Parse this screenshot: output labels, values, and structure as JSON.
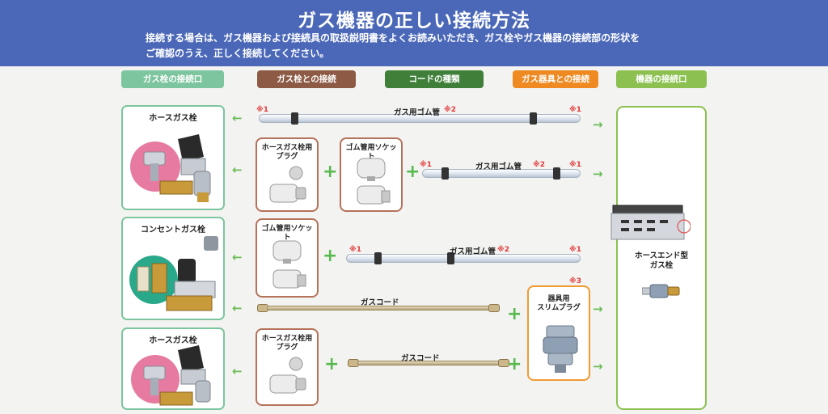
{
  "banner": {
    "title": "ガス機器の正しい接続方法",
    "desc_line1": "接続する場合は、ガス機器および接続具の取扱説明書をよくお読みいただき、ガス栓やガス機器の接続部の形状を",
    "desc_line2": "ご確認のうえ、正しく接続してください。"
  },
  "columns": {
    "col1": "ガス栓の接続口",
    "col2": "ガス栓との接続",
    "col3": "コードの種類",
    "col4": "ガス器具との接続",
    "col5": "機器の接続口"
  },
  "outlets": {
    "top": "ホースガス栓",
    "middle": "コンセントガス栓",
    "bottom": "ホースガス栓"
  },
  "parts": {
    "hose_plug": "ホースガス栓用\nプラグ",
    "rubber_socket": "ゴム管用ソケット",
    "rubber_socket_mid": "ゴム管用ソケット",
    "hose_plug_bottom": "ホースガス栓用\nプラグ",
    "slim_plug": "器具用\nスリムプラグ"
  },
  "cords": {
    "rubber_hose_1": "ガス用ゴム管",
    "rubber_hose_2": "ガス用ゴム管",
    "rubber_hose_3": "ガス用ゴム管",
    "gas_cord_1": "ガスコード",
    "gas_cord_2": "ガスコード"
  },
  "notes": {
    "n1": "※1",
    "n2": "※2",
    "n3": "※3"
  },
  "device": {
    "outlet": "ホースエンド型\nガス栓"
  },
  "colors": {
    "banner": "#4b68b8",
    "col1": "#7cc59e",
    "col2": "#8c5a45",
    "col3": "#3f7f3a",
    "col4": "#ef8a22",
    "col5": "#8cc152",
    "plus": "#58b94f",
    "note": "#e03a3a"
  }
}
